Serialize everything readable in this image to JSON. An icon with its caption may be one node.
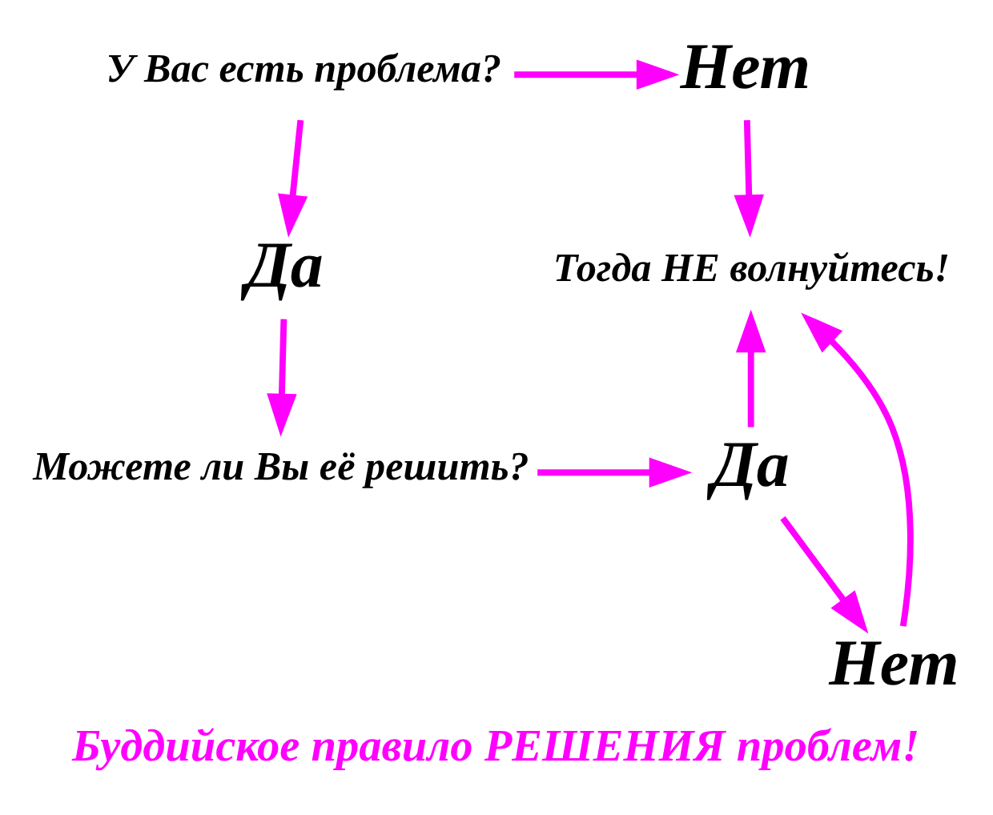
{
  "diagram": {
    "caption": "Буддийское правило РЕШЕНИЯ проблем!",
    "nodes": [
      {
        "text": [
          "У Вас есть проблема?"
        ]
      },
      {
        "text": [
          "Нет"
        ]
      },
      {
        "text": [
          "Тогда НЕ волнуйтесь!"
        ]
      },
      {
        "text": [
          "Да"
        ]
      },
      {
        "text": [
          "Нет"
        ]
      },
      {
        "text": [
          "Можете ли Вы её решить?"
        ]
      },
      {
        "text": [
          "Да"
        ]
      }
    ],
    "edges": [
      {
        "from": 0,
        "to": 1,
        "arrow": "to"
      },
      {
        "from": 0,
        "to": 3,
        "arrow": "to"
      },
      {
        "from": 1,
        "to": 2,
        "arrow": "to"
      },
      {
        "from": 3,
        "to": 5,
        "arrow": "to"
      },
      {
        "from": 5,
        "to": 6,
        "arrow": "to"
      },
      {
        "from": 6,
        "to": 4,
        "arrow": "to"
      },
      {
        "from": 4,
        "to": 2,
        "arrow": "to"
      },
      {
        "from": 6,
        "to": 2,
        "arrow": "to"
      }
    ]
  }
}
